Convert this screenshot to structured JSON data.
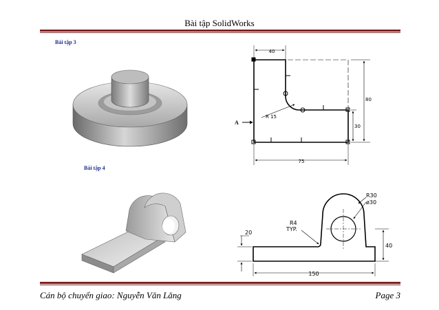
{
  "header": {
    "title": "Bài tập SolidWorks"
  },
  "footer": {
    "left": "Cán bộ chuyển giao: Nguyễn Văn Lăng",
    "right": "Page 3"
  },
  "exercise3": {
    "label": "Bài tập 3",
    "dims": {
      "top": "40",
      "height": "80",
      "radius": "R 15",
      "step": "30",
      "bottom": "75",
      "axis": "A"
    }
  },
  "exercise4": {
    "label": "Bài tập 4",
    "dims": {
      "outer_radius": "R30",
      "hole_diameter": "ø30",
      "fillet_label": "R4",
      "fillet_note": "TYP.",
      "thickness": "20",
      "height": "40",
      "length": "150"
    }
  },
  "colors": {
    "rule": "#7b2222",
    "label": "#1f2f8f"
  }
}
